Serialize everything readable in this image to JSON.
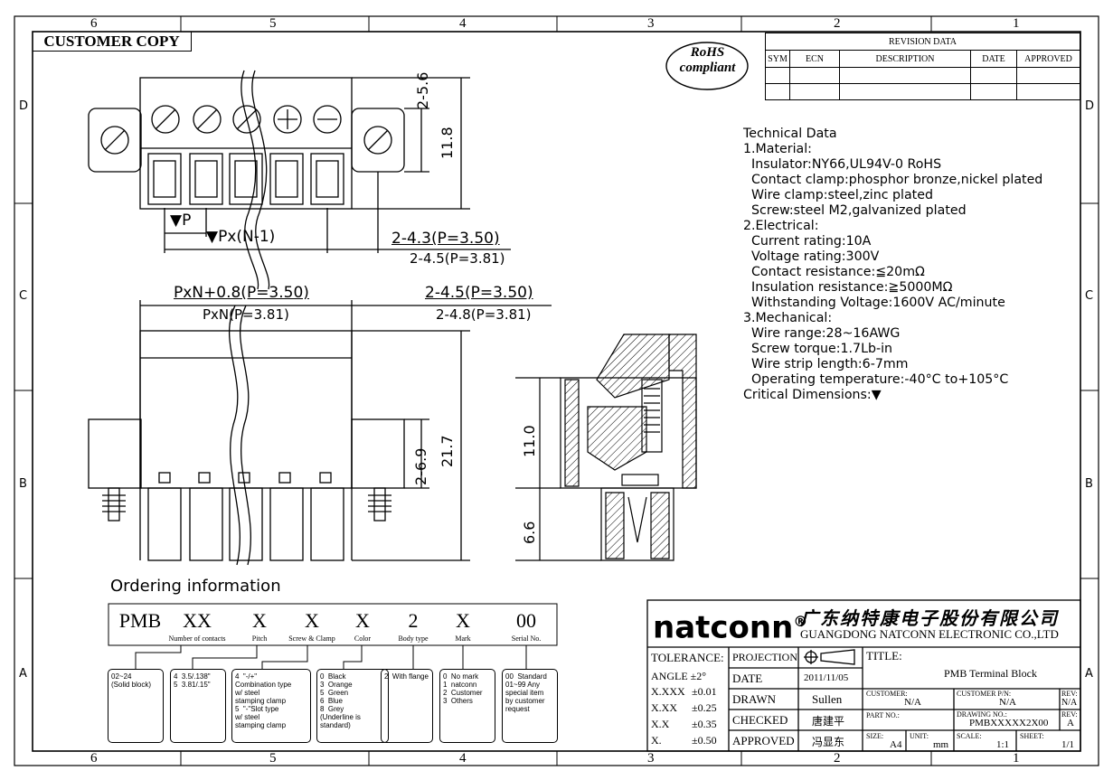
{
  "frame": {
    "columns": [
      "6",
      "5",
      "4",
      "3",
      "2",
      "1"
    ],
    "rows": [
      "D",
      "C",
      "B",
      "A"
    ]
  },
  "header": {
    "customer_copy": "CUSTOMER COPY",
    "rohs_line1": "RoHS",
    "rohs_line2": "compliant"
  },
  "revision": {
    "title": "REVISION DATA",
    "columns": [
      "SYM",
      "ECN",
      "DESCRIPTION",
      "DATE",
      "APPROVED"
    ]
  },
  "technical": {
    "lines": [
      "Technical Data",
      "1.Material:",
      "  Insulator:NY66,UL94V-0 RoHS",
      "  Contact clamp:phosphor bronze,nickel plated",
      "  Wire clamp:steel,zinc plated",
      "  Screw:steel M2,galvanized plated",
      "2.Electrical:",
      "  Current rating:10A",
      "  Voltage rating:300V",
      "  Contact resistance:≦20mΩ",
      "  Insulation resistance:≧5000MΩ",
      "  Withstanding Voltage:1600V AC/minute",
      "3.Mechanical:",
      "  Wire range:28~16AWG",
      "  Screw torque:1.7Lb-in",
      "  Wire strip length:6-7mm",
      "  Operating temperature:-40°C to+105°C",
      "Critical Dimensions:▼"
    ]
  },
  "dims": {
    "top_h1": "2-5.6",
    "top_h2": "11.8",
    "pitch": "▼P",
    "pitch_total": "▼Px(N-1)",
    "top_right_a": "2-4.3(P=3.50)",
    "top_right_b": "2-4.5(P=3.81)",
    "mid_len_a": "PxN+0.8(P=3.50)",
    "mid_len_b": "PxN(P=3.81)",
    "mid_right_a": "2-4.5(P=3.50)",
    "mid_right_b": "2-4.8(P=3.81)",
    "front_h1": "2-6.9",
    "front_h2": "21.7",
    "side_h1": "11.0",
    "side_h2": "6.6"
  },
  "ordering": {
    "title": "Ordering information",
    "codes": [
      {
        "code": "PMB",
        "caption": ""
      },
      {
        "code": "XX",
        "caption": "Number of contacts"
      },
      {
        "code": "X",
        "caption": "Pitch"
      },
      {
        "code": "X",
        "caption": "Screw & Clamp"
      },
      {
        "code": "X",
        "caption": "Color"
      },
      {
        "code": "2",
        "caption": "Body type"
      },
      {
        "code": "X",
        "caption": "Mark"
      },
      {
        "code": "00",
        "caption": "Serial No."
      }
    ],
    "options": [
      "02~24\n(Solid block)",
      "4  3.5/.138\"\n5  3.81/.15\"",
      "4  \"-/+\"\nCombination type\nw/ steel\nstamping clamp\n5  \"-\"Slot type\nw/ steel\nstamping clamp",
      "0  Black\n3  Orange\n5  Green\n6  Blue\n8  Grey\n(Underline is\nstandard)",
      "2  With flange",
      "0  No mark\n1  natconn\n2  Customer\n3  Others",
      "00  Standard\n01~99 Any\nspecial item\nby customer\nrequest"
    ]
  },
  "titleblock": {
    "brand": "natconn",
    "reg": "®",
    "company_cn": "广东纳特康电子股份有限公司",
    "company_en": "GUANGDONG NATCONN ELECTRONIC CO.,LTD",
    "tolerance": "TOLERANCE:",
    "angle": "ANGLE ±2°",
    "tol_rows": [
      {
        "k": "X.XXX",
        "v": "±0.01"
      },
      {
        "k": "X.XX",
        "v": "±0.25"
      },
      {
        "k": "X.X",
        "v": "±0.35"
      },
      {
        "k": "X.",
        "v": "±0.50"
      }
    ],
    "projection": "PROJECTION",
    "date_label": "DATE",
    "date_value": "2011/11/05",
    "drawn_label": "DRAWN",
    "drawn_value": "Sullen",
    "checked_label": "CHECKED",
    "checked_value": "唐建平",
    "approved_label": "APPROVED",
    "approved_value": "冯显东",
    "title_label": "TITLE:",
    "title_value": "PMB  Terminal Block",
    "customer_label": "CUSTOMER:",
    "customer_value": "N/A",
    "customer_pn_label": "CUSTOMER P/N:",
    "customer_pn_value": "N/A",
    "rev_label": "REV:",
    "rev_top_value": "N/A",
    "part_no_label": "PART NO.:",
    "drawing_no_label": "DRAWING NO.:",
    "drawing_no_value": "PMBXXXXX2X00",
    "rev_value": "A",
    "size_label": "SIZE:",
    "size_value": "A4",
    "unit_label": "UNIT:",
    "unit_value": "mm",
    "scale_label": "SCALE:",
    "scale_value": "1:1",
    "sheet_label": "SHEET:",
    "sheet_value": "1/1"
  }
}
